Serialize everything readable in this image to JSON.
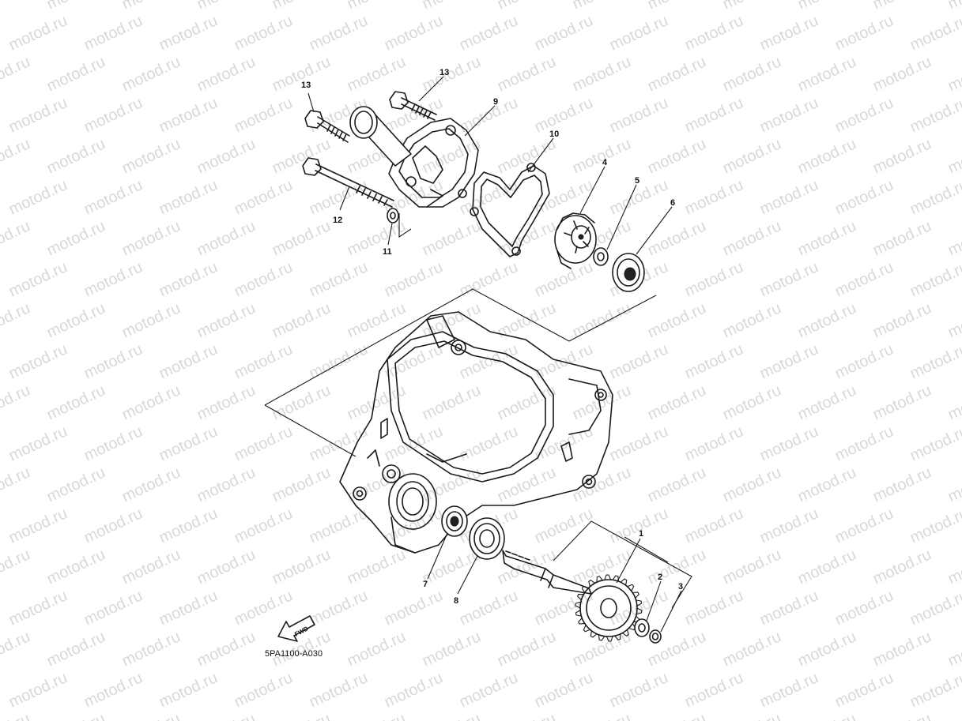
{
  "watermark": {
    "text": "motod.ru",
    "color": "#b9b9b9"
  },
  "diagram_code": "5PA1100-A030",
  "fwd_label": "FWD",
  "callouts": [
    {
      "id": "1",
      "label": "1"
    },
    {
      "id": "2",
      "label": "2"
    },
    {
      "id": "3",
      "label": "3"
    },
    {
      "id": "4",
      "label": "4"
    },
    {
      "id": "5",
      "label": "5"
    },
    {
      "id": "6",
      "label": "6"
    },
    {
      "id": "7",
      "label": "7"
    },
    {
      "id": "8",
      "label": "8"
    },
    {
      "id": "9",
      "label": "9"
    },
    {
      "id": "10",
      "label": "10"
    },
    {
      "id": "11",
      "label": "11"
    },
    {
      "id": "12",
      "label": "12"
    },
    {
      "id": "13a",
      "label": "13"
    },
    {
      "id": "13b",
      "label": "13"
    }
  ]
}
